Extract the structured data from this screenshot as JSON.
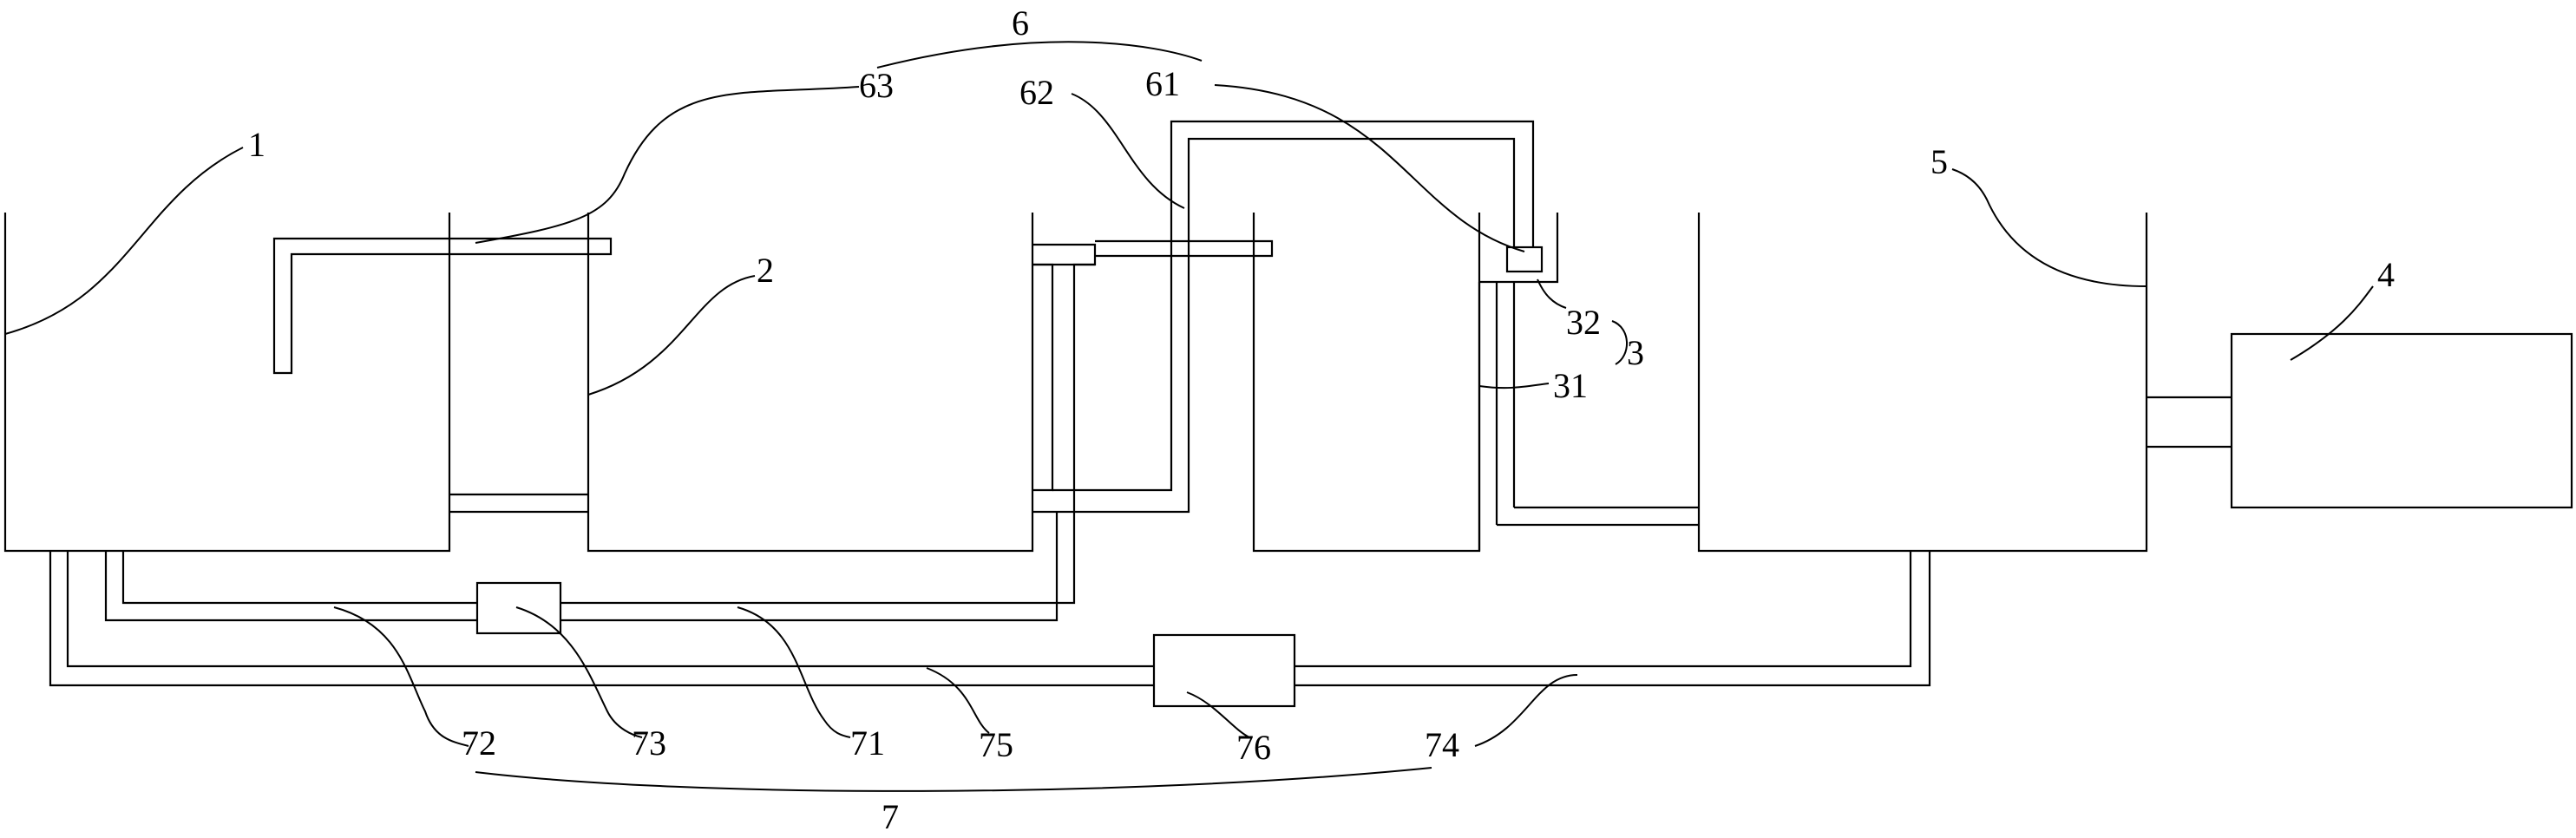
{
  "labels": {
    "n1": "1",
    "n2": "2",
    "n3": "3",
    "n31": "31",
    "n32": "32",
    "n4": "4",
    "n5": "5",
    "n6": "6",
    "n61": "61",
    "n62": "62",
    "n63": "63",
    "n7": "7",
    "n71": "71",
    "n72": "72",
    "n73": "73",
    "n74": "74",
    "n75": "75",
    "n76": "76"
  },
  "colors": {
    "line": "#000000",
    "background": "#ffffff"
  }
}
